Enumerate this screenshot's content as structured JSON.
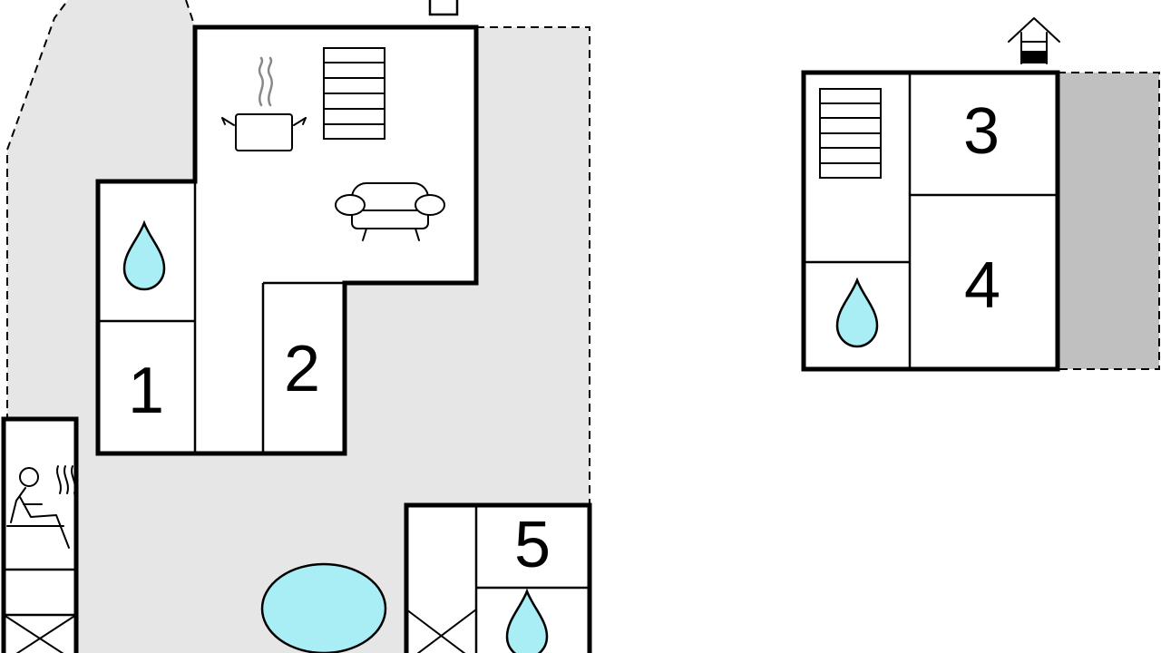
{
  "rooms": {
    "room_1": "1",
    "room_2": "2",
    "room_3": "3",
    "room_4": "4",
    "room_5": "5"
  },
  "colors": {
    "ground_fill": "#e6e6e6",
    "terrace_fill": "#c0c0c0",
    "water": "#a8eef4",
    "wall": "#000000",
    "steam": "#888888"
  },
  "icons": [
    "cooking-pot-icon",
    "staircase-icon",
    "sofa-icon",
    "water-drop-icon",
    "sauna-icon",
    "pool-icon",
    "well-icon",
    "mailbox-icon"
  ]
}
